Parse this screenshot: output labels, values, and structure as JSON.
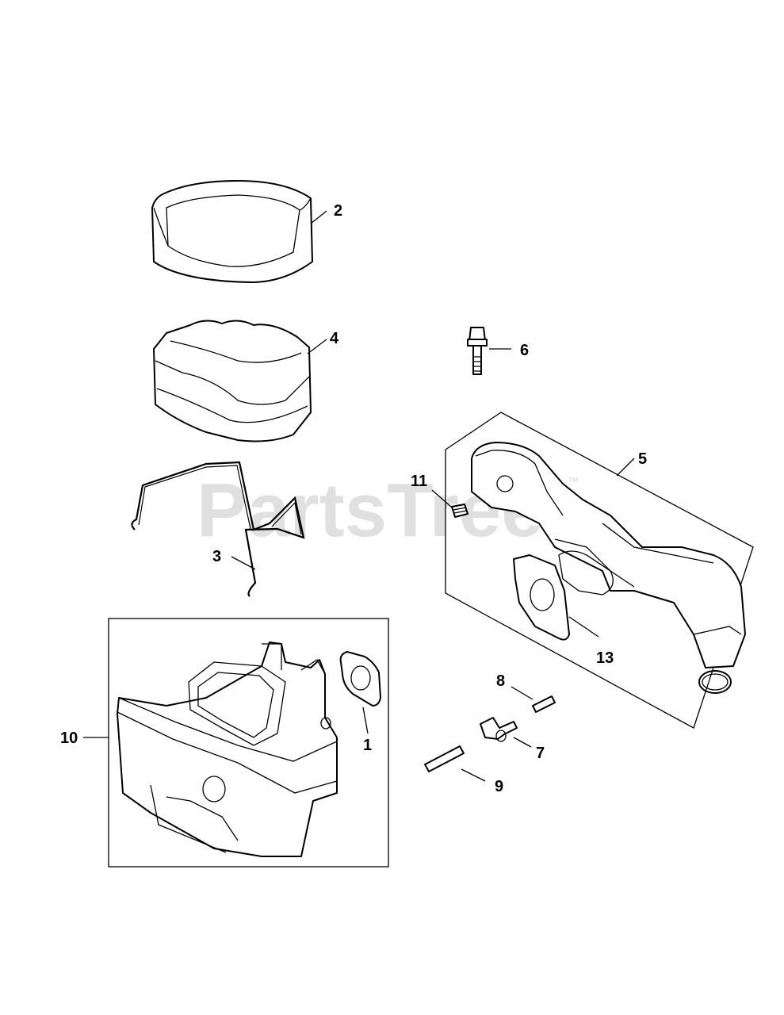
{
  "watermark": {
    "text": "PartsTree",
    "trademark": "™"
  },
  "callouts": {
    "c1": "1",
    "c2": "2",
    "c3": "3",
    "c4": "4",
    "c5": "5",
    "c6": "6",
    "c7": "7",
    "c8": "8",
    "c9": "9",
    "c10": "10",
    "c11": "11",
    "c13": "13"
  }
}
